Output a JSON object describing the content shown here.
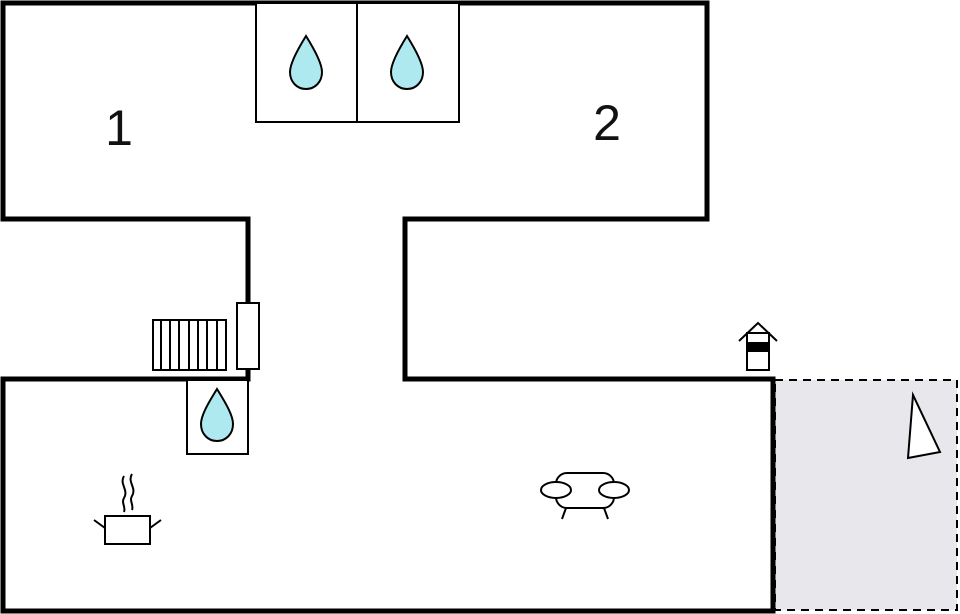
{
  "floorplan": {
    "rooms": [
      {
        "key": "bedroom-1",
        "label": "1"
      },
      {
        "key": "bedroom-2",
        "label": "2"
      }
    ],
    "icons": [
      "water-drop-icon",
      "water-drop-icon",
      "water-drop-icon",
      "radiator-icon",
      "door-icon",
      "fireplace-icon",
      "cooking-pot-icon",
      "sofa-icon",
      "compass-arrow-icon"
    ],
    "terrace": {
      "style": "dashed",
      "fill": "#e8e8ec"
    },
    "colors": {
      "wall": "#000000",
      "water": "#aee9ef",
      "background": "#ffffff"
    }
  }
}
